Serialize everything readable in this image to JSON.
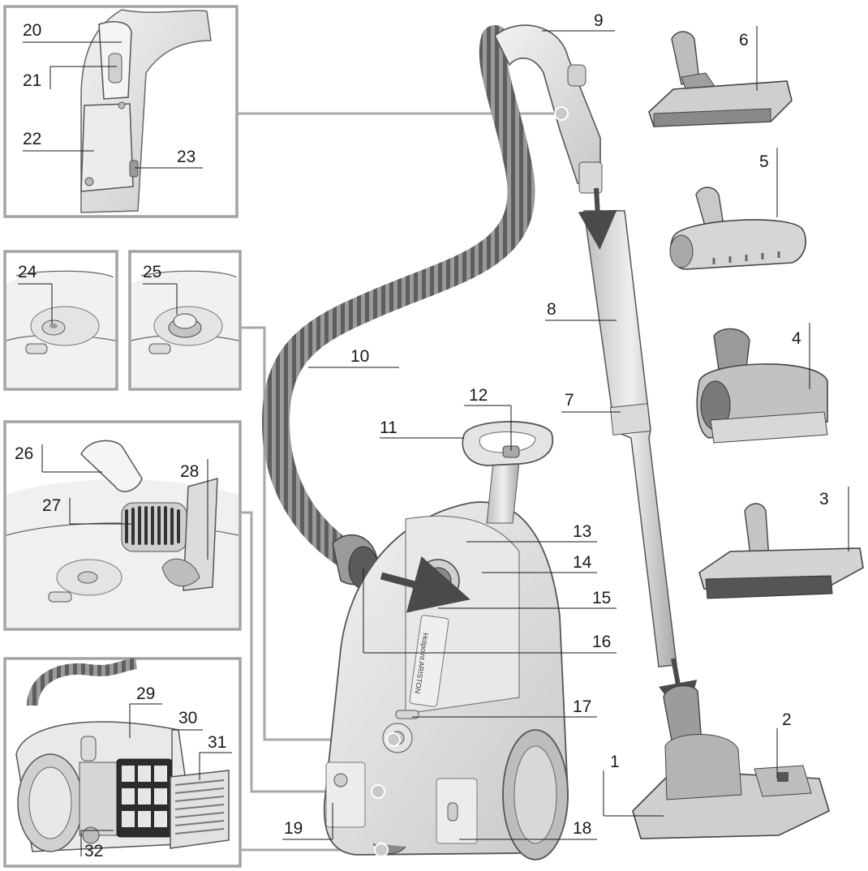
{
  "labels": {
    "l1": "1",
    "l2": "2",
    "l3": "3",
    "l4": "4",
    "l5": "5",
    "l6": "6",
    "l7": "7",
    "l8": "8",
    "l9": "9",
    "l10": "10",
    "l11": "11",
    "l12": "12",
    "l13": "13",
    "l14": "14",
    "l15": "15",
    "l16": "16",
    "l17": "17",
    "l18": "18",
    "l19": "19",
    "l20": "20",
    "l21": "21",
    "l22": "22",
    "l23": "23",
    "l24": "24",
    "l25": "25",
    "l26": "26",
    "l27": "27",
    "l28": "28",
    "l29": "29",
    "l30": "30",
    "l31": "31",
    "l32": "32"
  },
  "brand_text": "Hotpoint ARISTON",
  "icons": [
    "vacuum-cleaner-body",
    "flexible-hose",
    "extension-tube",
    "floor-nozzle",
    "parquet-nozzle",
    "turbo-brush",
    "upholstery-nozzle",
    "crevice-tool",
    "dusting-brush",
    "exhaust-filter"
  ],
  "colors": {
    "line": "#1a1a1a",
    "frame": "#a3a3a3",
    "appliance": "#e2e2e2",
    "arrow": "#4a4a4a"
  }
}
